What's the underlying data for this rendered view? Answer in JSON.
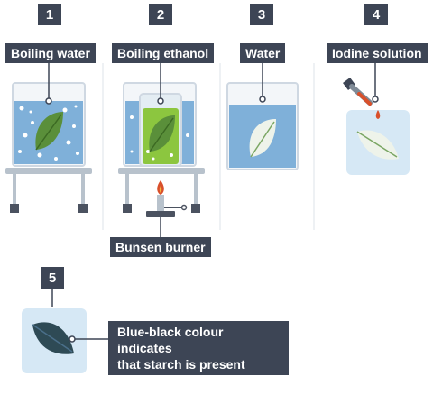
{
  "steps": [
    {
      "number": "1",
      "label": "Boiling water"
    },
    {
      "number": "2",
      "label": "Boiling ethanol"
    },
    {
      "number": "3",
      "label": "Water"
    },
    {
      "number": "4",
      "label": "Iodine solution"
    },
    {
      "number": "5"
    }
  ],
  "burner_label": "Bunsen burner",
  "conclusion_text": "Blue-black colour indicates\nthat starch is present",
  "colors": {
    "label_bg": "#3d4555",
    "water": "#7fb0d9",
    "ethanol": "#8cc63f",
    "leaf_green": "#5a8f3a",
    "leaf_pale": "#eef3ea",
    "leaf_blueblack": "#2e4a55",
    "iodine": "#d9502b",
    "tray": "#d6e8f5"
  }
}
